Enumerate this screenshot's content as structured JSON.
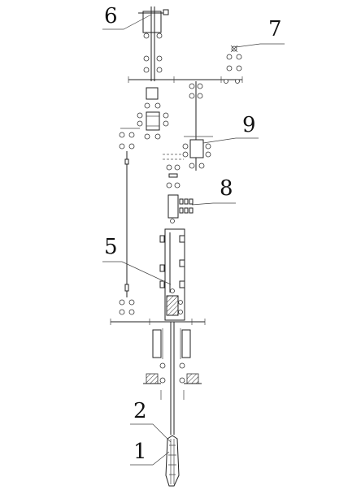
{
  "callouts": [
    {
      "id": "c6",
      "label": "6"
    },
    {
      "id": "c7",
      "label": "7"
    },
    {
      "id": "c9",
      "label": "9"
    },
    {
      "id": "c8",
      "label": "8"
    },
    {
      "id": "c5",
      "label": "5"
    },
    {
      "id": "c2",
      "label": "2"
    },
    {
      "id": "c1",
      "label": "1"
    }
  ]
}
